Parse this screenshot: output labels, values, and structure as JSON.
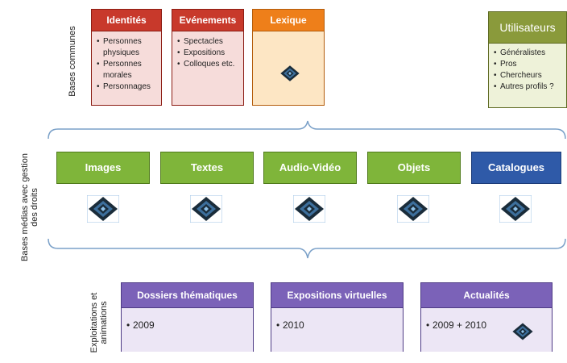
{
  "side_labels": {
    "common": "Bases communes",
    "media": "Bases médias avec gestion des droits",
    "exploit": "Exploitations et animations"
  },
  "common_bases": [
    {
      "title": "Identités",
      "items": [
        "Personnes physiques",
        "Personnes morales",
        "Personnages"
      ]
    },
    {
      "title": "Evénements",
      "items": [
        "Spectacles",
        "Expositions",
        "Colloques etc."
      ]
    },
    {
      "title": "Lexique",
      "items": []
    }
  ],
  "users": {
    "title": "Utilisateurs",
    "items": [
      "Généralistes",
      "Pros",
      "Chercheurs",
      "Autres profils ?"
    ]
  },
  "media_bases": [
    "Images",
    "Textes",
    "Audio-Vidéo",
    "Objets",
    "Catalogues"
  ],
  "exploitations": [
    {
      "title": "Dossiers thématiques",
      "items": [
        "2009"
      ]
    },
    {
      "title": "Expositions virtuelles",
      "items": [
        "2010"
      ]
    },
    {
      "title": "Actualités",
      "items": [
        "2009 + 2010"
      ]
    }
  ],
  "colors": {
    "red": "#c8392b",
    "orange": "#ee7f1a",
    "olive": "#8a9a3b",
    "green": "#7fb53a",
    "blue": "#2f5aa8",
    "purple": "#7b62b8"
  },
  "icons": [
    "layers-icon"
  ]
}
